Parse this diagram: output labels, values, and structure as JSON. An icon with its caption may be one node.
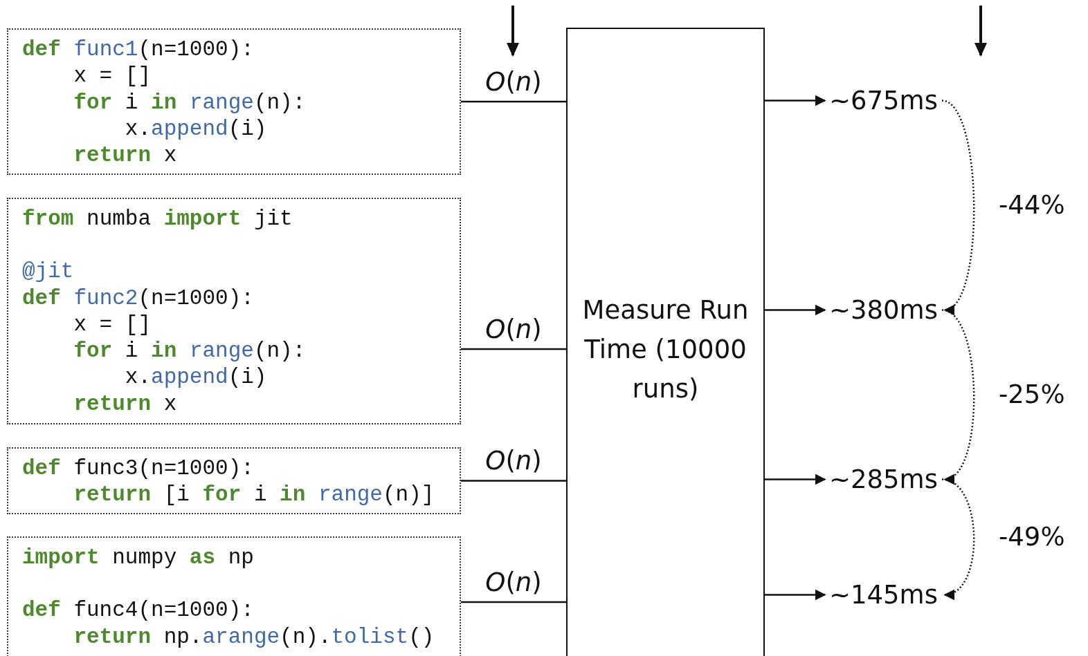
{
  "diagram": {
    "nodes": [
      {
        "text": [
          "**def** *func1*(n=1000):",
          "    x = []",
          "    **for** i **in** *range*(n):",
          "        x.*append*(i)",
          "    **return** x"
        ]
      },
      {
        "text": [
          "**from** numba **import** jit",
          "*@jit*",
          "**def** *func2*(n=1000):",
          "    x = []",
          "    **for** i **in** *range*(n):",
          "        x.*append*(i)",
          "    **return** x"
        ]
      },
      {
        "text": [
          "**def** func3(n=1000):",
          "    **return** [i **for** i **in** *range*(n)]"
        ]
      },
      {
        "text": [
          "**import** numpy **as** np",
          "**def** func4(n=1000):",
          "    **return** np.*arange*(n).*tolist*()"
        ]
      },
      {
        "text": [
          "Measure Run Time (10000 runs)"
        ]
      },
      {
        "text": [
          "~675ms"
        ]
      },
      {
        "text": [
          "~380ms"
        ]
      },
      {
        "text": [
          "~285ms"
        ]
      },
      {
        "text": [
          "~145ms"
        ]
      }
    ],
    "edges": [
      {
        "from": 0,
        "to": 4,
        "arrow": "none",
        "label": "*O*(*n*)"
      },
      {
        "from": 1,
        "to": 4,
        "arrow": "none",
        "label": "*O*(*n*)"
      },
      {
        "from": 2,
        "to": 4,
        "arrow": "none",
        "label": "*O*(*n*)"
      },
      {
        "from": 3,
        "to": 4,
        "arrow": "none",
        "label": "*O*(*n*)"
      },
      {
        "from": 4,
        "to": 5,
        "arrow": "to"
      },
      {
        "from": 4,
        "to": 6,
        "arrow": "to"
      },
      {
        "from": 4,
        "to": 7,
        "arrow": "to"
      },
      {
        "from": 4,
        "to": 8,
        "arrow": "to"
      },
      {
        "from": 5,
        "to": 6,
        "arrow": "to",
        "style": "dashed",
        "label": "-44%"
      },
      {
        "from": 6,
        "to": 7,
        "arrow": "to",
        "style": "dashed",
        "label": "-25%"
      },
      {
        "from": 7,
        "to": 8,
        "arrow": "to",
        "style": "dashed",
        "label": "-49%"
      }
    ]
  }
}
